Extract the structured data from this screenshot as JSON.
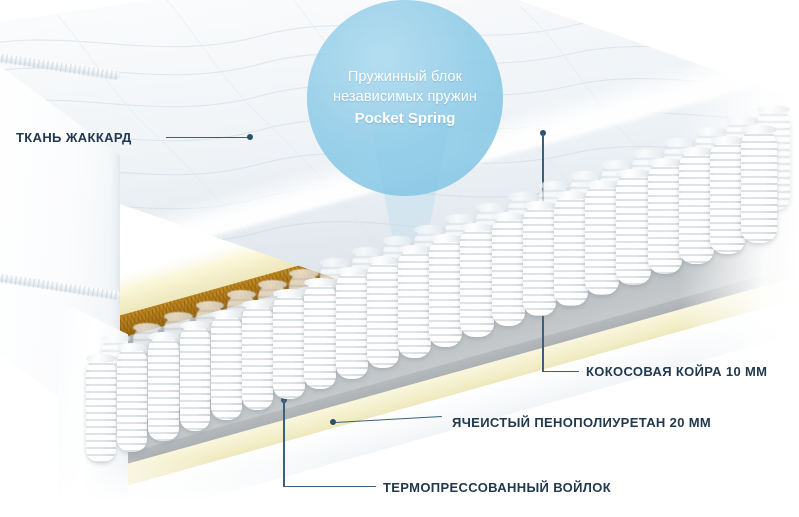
{
  "image": {
    "subject": "mattress-cross-section",
    "background_color": "#ffffff"
  },
  "callout": {
    "line1": "Пружинный блок",
    "line2": "независимых пружин",
    "line3": "Pocket Spring",
    "bubble_color": "#8ccae7",
    "text_color": "#ffffff"
  },
  "labels": {
    "jacquard": "ТКАНЬ ЖАККАРД",
    "coir": "КОКОСОВАЯ КОЙРА 10 ММ",
    "foam": "ЯЧЕИСТЫЙ ПЕНОПОЛИУРЕТАН 20 ММ",
    "felt": "ТЕРМОПРЕССОВАННЫЙ ВОЙЛОК"
  },
  "layers": [
    {
      "name": "jacquard-fabric",
      "color": "#ffffff"
    },
    {
      "name": "cellular-polyurethane-foam",
      "color": "#f5f0cc",
      "thickness": "20 мм"
    },
    {
      "name": "coconut-coir",
      "color": "#b8801c",
      "thickness": "10 мм"
    },
    {
      "name": "thermopressed-felt",
      "color": "#adb2b6"
    },
    {
      "name": "pocket-spring-block",
      "color": "#ffffff"
    }
  ],
  "leader_line_color": "#3c5f7d",
  "label_text_color": "#21394f"
}
